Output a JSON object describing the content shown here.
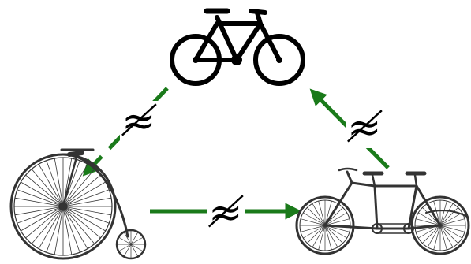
{
  "diagram": {
    "arrow_color": "#1a7a1a",
    "nodes": [
      {
        "id": "modern-bicycle",
        "icon": "modern-bicycle-icon"
      },
      {
        "id": "penny-farthing",
        "icon": "penny-farthing-icon"
      },
      {
        "id": "tandem-bicycle",
        "icon": "tandem-bicycle-icon"
      }
    ],
    "edges": [
      {
        "from": "modern-bicycle",
        "to": "penny-farthing",
        "label": "≉"
      },
      {
        "from": "penny-farthing",
        "to": "tandem-bicycle",
        "label": "≉"
      },
      {
        "from": "tandem-bicycle",
        "to": "modern-bicycle",
        "label": "≉"
      }
    ]
  }
}
